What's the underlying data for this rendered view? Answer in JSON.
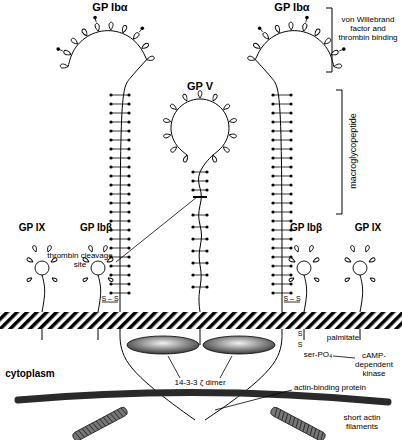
{
  "diagram": {
    "labels": [
      "GP Ibα",
      "GP Ibα",
      "von Willebrand factor and thrombin binding",
      "GP V",
      "macroglycopeptide",
      "thrombin cleavage site",
      "GP IX",
      "GP Ibβ",
      "GP Ibβ",
      "GP IX",
      "S – S",
      "S – S",
      "palmitate",
      "ser-PO₄",
      "cAMP-dependent kinase",
      "cytoplasm",
      "14-3-3 ζ dimer",
      "actin-binding protein",
      "short actin filaments",
      "S",
      "S"
    ]
  }
}
